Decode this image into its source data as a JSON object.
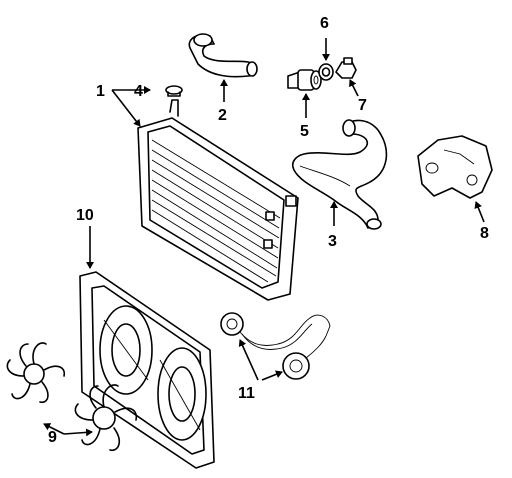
{
  "callouts": {
    "c1": "1",
    "c2": "2",
    "c3": "3",
    "c4": "4",
    "c5": "5",
    "c6": "6",
    "c7": "7",
    "c8": "8",
    "c9": "9",
    "c10": "10",
    "c11": "11"
  },
  "icons": [
    "radiator",
    "upper-hose",
    "lower-hose",
    "drain-plug",
    "thermostat-housing",
    "gasket",
    "sensor",
    "water-outlet",
    "fan-shroud",
    "fan-blade",
    "fan-motor"
  ]
}
